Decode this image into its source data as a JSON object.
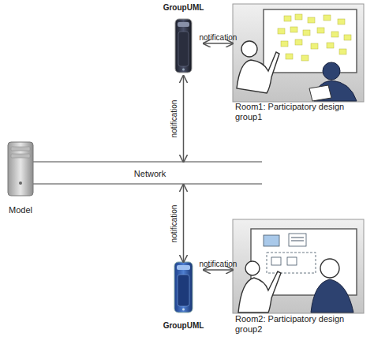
{
  "diagram": {
    "nodes": [
      {
        "text": [
          "GroupUML"
        ]
      },
      {
        "text": [
          "Room1: Participatory design group1"
        ]
      },
      {
        "text": [
          "Model"
        ]
      },
      {
        "text": [
          "Network"
        ]
      },
      {
        "text": [
          "GroupUML"
        ]
      },
      {
        "text": [
          "Room2: Participatory design group2"
        ]
      }
    ],
    "edges": [
      {
        "from": 0,
        "to": 1,
        "label": "notification",
        "arrow": "both"
      },
      {
        "from": 0,
        "to": 3,
        "label": "notification",
        "arrow": "both"
      },
      {
        "from": 3,
        "to": 4,
        "label": "notification",
        "arrow": "both"
      },
      {
        "from": 4,
        "to": 5,
        "label": "notification",
        "arrow": "both"
      }
    ]
  }
}
